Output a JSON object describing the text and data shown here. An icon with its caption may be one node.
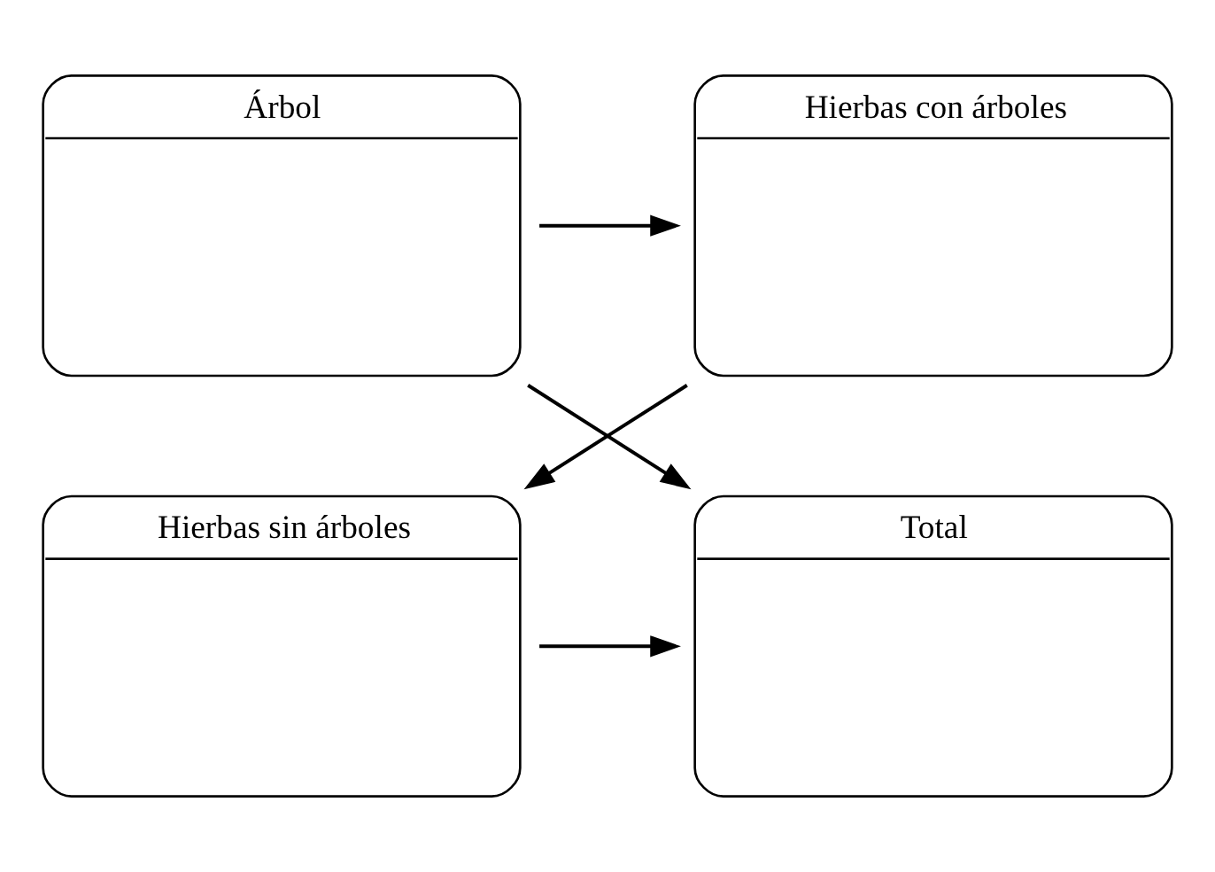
{
  "diagram": {
    "nodes": [
      {
        "text": [
          "Árbol"
        ]
      },
      {
        "text": [
          "Hierbas con árboles"
        ]
      },
      {
        "text": [
          "Total"
        ]
      },
      {
        "text": [
          "Hierbas sin árboles"
        ]
      }
    ],
    "edges": [
      {
        "from": 0,
        "to": 1,
        "arrow": "to"
      },
      {
        "from": 0,
        "to": 2,
        "arrow": "to"
      },
      {
        "from": 1,
        "to": 3,
        "arrow": "to"
      },
      {
        "from": 3,
        "to": 2,
        "arrow": "to"
      }
    ]
  }
}
